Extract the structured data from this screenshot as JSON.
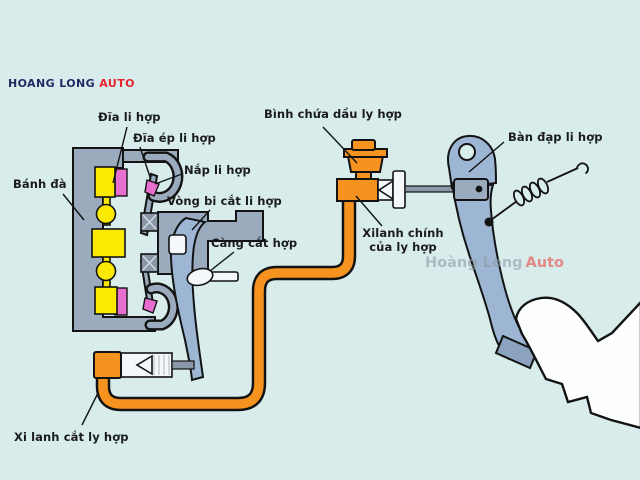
{
  "colors": {
    "bg": "#d8ecec",
    "orange": "#f6921e",
    "yellow": "#fbe903",
    "magenta": "#e86fd0",
    "metal": "#9aabbd",
    "metal_dark": "#8a97a6",
    "blue_light": "#9db6d4",
    "pad": "#8ba3bf",
    "white_part": "#f4f8fa",
    "outline": "#131313",
    "navy": "#232a63",
    "red": "#e8232e",
    "label": "#1b1b1b",
    "wm_gray": "#8f98a3",
    "wm_red": "#e8413c"
  },
  "logo": {
    "text_primary": "HOANG LONG",
    "text_accent": "AUTO"
  },
  "watermark": {
    "text_primary": "Hoàng Long",
    "text_accent": "Auto"
  },
  "labels": {
    "flywheel": "Bánh đà",
    "clutch_disc": "Đĩa li hợp",
    "pressure_plate": "Đĩa ép li hợp",
    "clutch_cover": "Nắp li hợp",
    "release_bearing": "Vòng bi cắt li hợp",
    "release_fork": "Càng cắt hợp",
    "reservoir": "Bình chứa dầu ly hợp",
    "master_cylinder_line1": "Xilanh chính",
    "master_cylinder_line2": "của ly hợp",
    "pedal": "Bàn đạp li hợp",
    "release_cylinder": "Xi lanh cắt ly hợp"
  }
}
